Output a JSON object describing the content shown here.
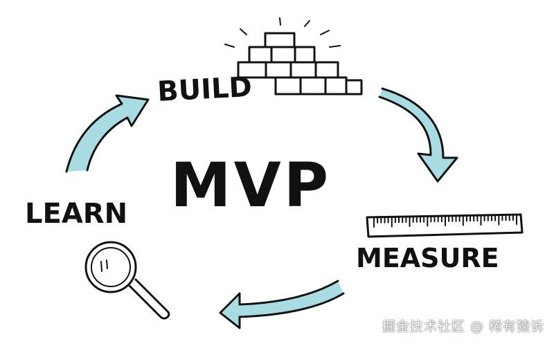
{
  "diagram": {
    "center_label": "MVP",
    "steps": {
      "build": "BUILD",
      "measure": "MEASURE",
      "learn": "LEARN"
    }
  },
  "colors": {
    "ink": "#111111",
    "arrow_fill": "#a8dce2",
    "background": "#ffffff"
  },
  "icons": [
    "brick-wall-icon",
    "ruler-icon",
    "magnifying-glass-icon"
  ],
  "watermark": "掘金技术社区 @ 稀有猿诉"
}
